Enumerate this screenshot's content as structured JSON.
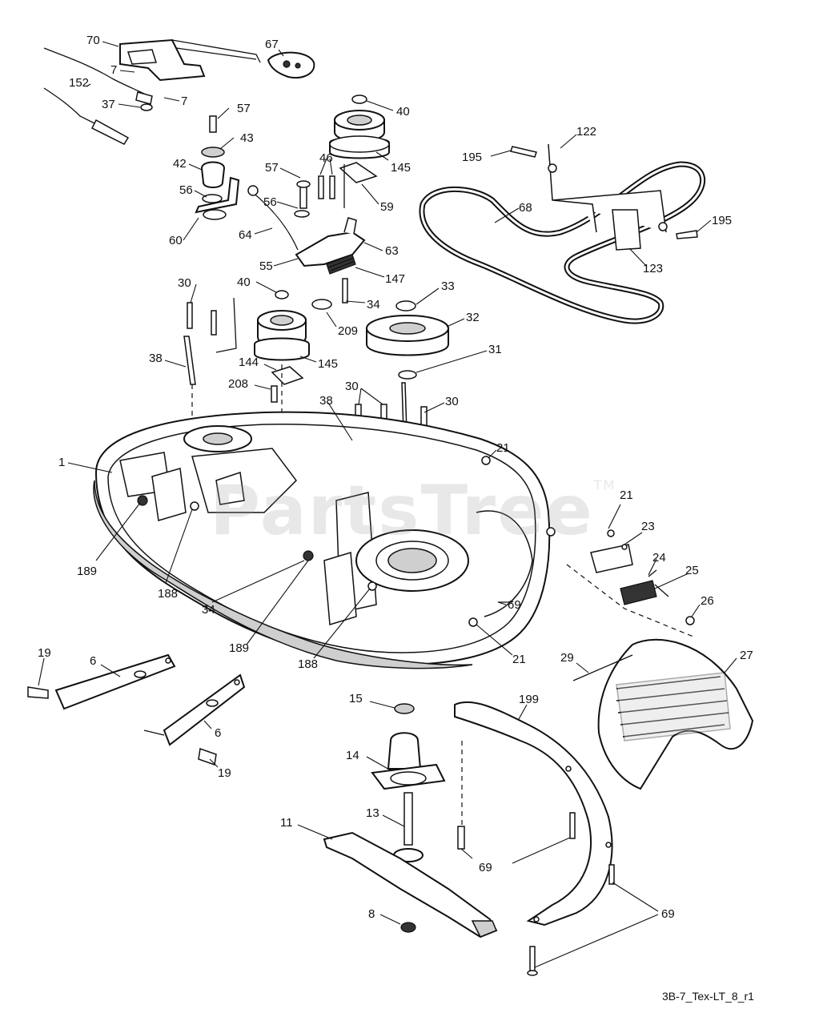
{
  "diagram": {
    "code": "3B-7_Tex-LT_8_r1",
    "watermark": "PartsTree",
    "trademark": "TM",
    "callouts": {
      "c70": "70",
      "c67": "67",
      "c7a": "7",
      "c7b": "7",
      "c152": "152",
      "c37": "37",
      "c57a": "57",
      "c43": "43",
      "c42": "42",
      "c56a": "56",
      "c60": "60",
      "c40a": "40",
      "c145a": "145",
      "c46": "46",
      "c57b": "57",
      "c59": "59",
      "c56b": "56",
      "c64": "64",
      "c63": "63",
      "c55": "55",
      "c147": "147",
      "c122": "122",
      "c195a": "195",
      "c68": "68",
      "c195b": "195",
      "c123": "123",
      "c30a": "30",
      "c40b": "40",
      "c34a": "34",
      "c33": "33",
      "c209": "209",
      "c32": "32",
      "c38a": "38",
      "c144": "144",
      "c145b": "145",
      "c31": "31",
      "c208": "208",
      "c38b": "38",
      "c30b": "30",
      "c30c": "30",
      "c1": "1",
      "c21a": "21",
      "c21b": "21",
      "c23": "23",
      "c24": "24",
      "c25": "25",
      "c189a": "189",
      "c188a": "188",
      "c34b": "34",
      "c69a": "69",
      "c26": "26",
      "c189b": "189",
      "c188b": "188",
      "c21c": "21",
      "c27": "27",
      "c29": "29",
      "c19a": "19",
      "c6a": "6",
      "c15": "15",
      "c199": "199",
      "c6b": "6",
      "c19b": "19",
      "c14": "14",
      "c11": "11",
      "c13": "13",
      "c69b": "69",
      "c8": "8",
      "c69c": "69"
    }
  }
}
